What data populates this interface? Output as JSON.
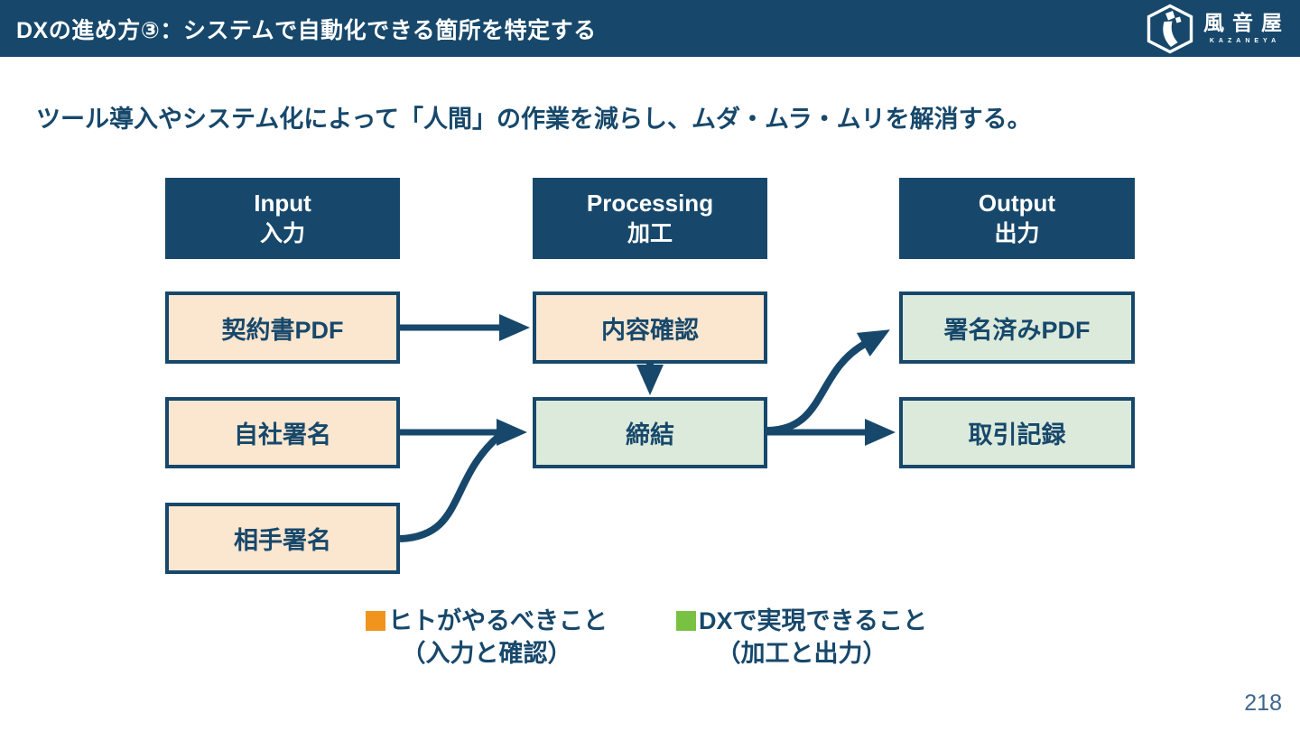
{
  "header": {
    "title": "DXの進め方③：システムで自動化できる箇所を特定する",
    "logo": {
      "name": "風音屋",
      "subtext": "KAZANEYA"
    }
  },
  "subtitle": "ツール導入やシステム化によって「人間」の作業を減らし、ムダ・ムラ・ムリを解消する。",
  "diagram": {
    "columns": [
      {
        "en": "Input",
        "ja": "入力"
      },
      {
        "en": "Processing",
        "ja": "加工"
      },
      {
        "en": "Output",
        "ja": "出力"
      }
    ],
    "nodes": {
      "contract_pdf": "契約書PDF",
      "own_signature": "自社署名",
      "partner_signature": "相手署名",
      "content_check": "内容確認",
      "conclusion": "締結",
      "signed_pdf": "署名済みPDF",
      "transaction_record": "取引記録"
    }
  },
  "legend": [
    {
      "color": "#F0941E",
      "label": "ヒトがやるべきこと",
      "sublabel": "（入力と確認）"
    },
    {
      "color": "#79C143",
      "label": "DXで実現できること",
      "sublabel": "（加工と出力）"
    }
  ],
  "page_number": "218",
  "colors": {
    "navy": "#17486B",
    "peach": "#FBE6CF",
    "light_green": "#DCEADB",
    "legend_orange": "#F0941E",
    "legend_green": "#79C143",
    "page_number": "#3E678C"
  }
}
